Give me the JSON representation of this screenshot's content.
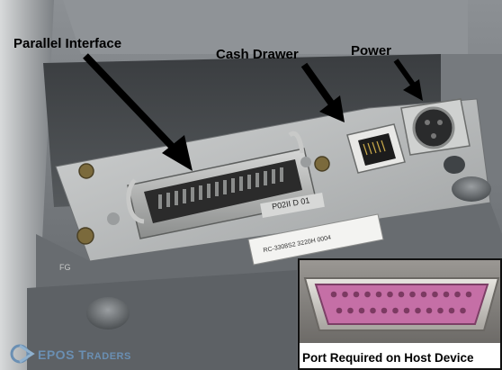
{
  "labels": {
    "parallel": "Parallel Interface",
    "cash_drawer": "Cash Drawer",
    "power": "Power"
  },
  "inset": {
    "caption": "Port Required on Host Device"
  },
  "brand": {
    "name_big": "EPOS T",
    "name_small": "RADERS"
  },
  "device_text": {
    "model_label": "P02II D 01",
    "serial_sticker": "RC-3308S2 3220H 0004",
    "fg_mark": "FG"
  },
  "colors": {
    "chassis": "#6e7276",
    "panel": "#b9bcbd",
    "connector": "#a8aaa9",
    "port_pink": "#c56fa6",
    "brand": "#6a8fb3"
  }
}
